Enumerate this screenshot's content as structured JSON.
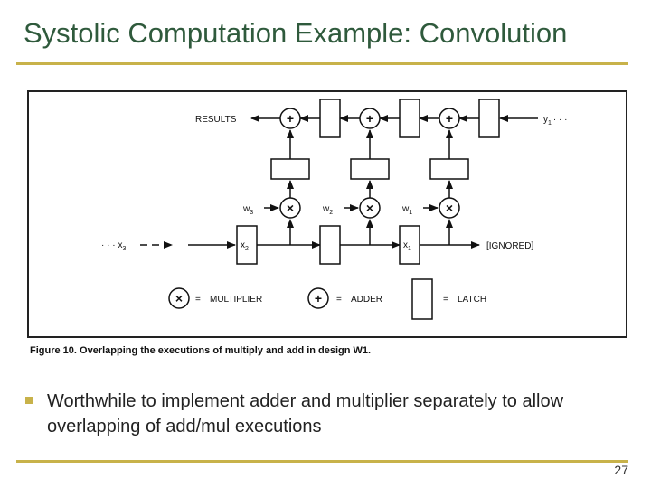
{
  "slide": {
    "title": "Systolic Computation Example: Convolution",
    "bullet": "Worthwhile to implement adder and multiplier separately  to allow overlapping of add/mul executions",
    "page_number": "27"
  },
  "figure": {
    "caption": "Figure 10. Overlapping the executions of multiply and add in design W1.",
    "results_label": "RESULTS",
    "y_input_label": "y",
    "y_input_sub": "1",
    "y_input_dots": "· · ·",
    "x_input_dots": "· · ·",
    "x_input_label": "x",
    "x_input_sub": "3",
    "x2_label": "x",
    "x2_sub": "2",
    "x1_label": "x",
    "x1_sub": "1",
    "ignored_label": "[IGNORED]",
    "weights": [
      {
        "label": "w",
        "sub": "3"
      },
      {
        "label": "w",
        "sub": "2"
      },
      {
        "label": "w",
        "sub": "1"
      }
    ],
    "legend": {
      "multiplier_symbol": "×",
      "multiplier_label": "MULTIPLIER",
      "adder_symbol": "+",
      "adder_label": "ADDER",
      "latch_label": "LATCH",
      "equals": "="
    },
    "adder_symbol": "+",
    "multiplier_symbol": "×"
  },
  "colors": {
    "title": "#2f5a3c",
    "accent_rule": "#c8b24a"
  }
}
